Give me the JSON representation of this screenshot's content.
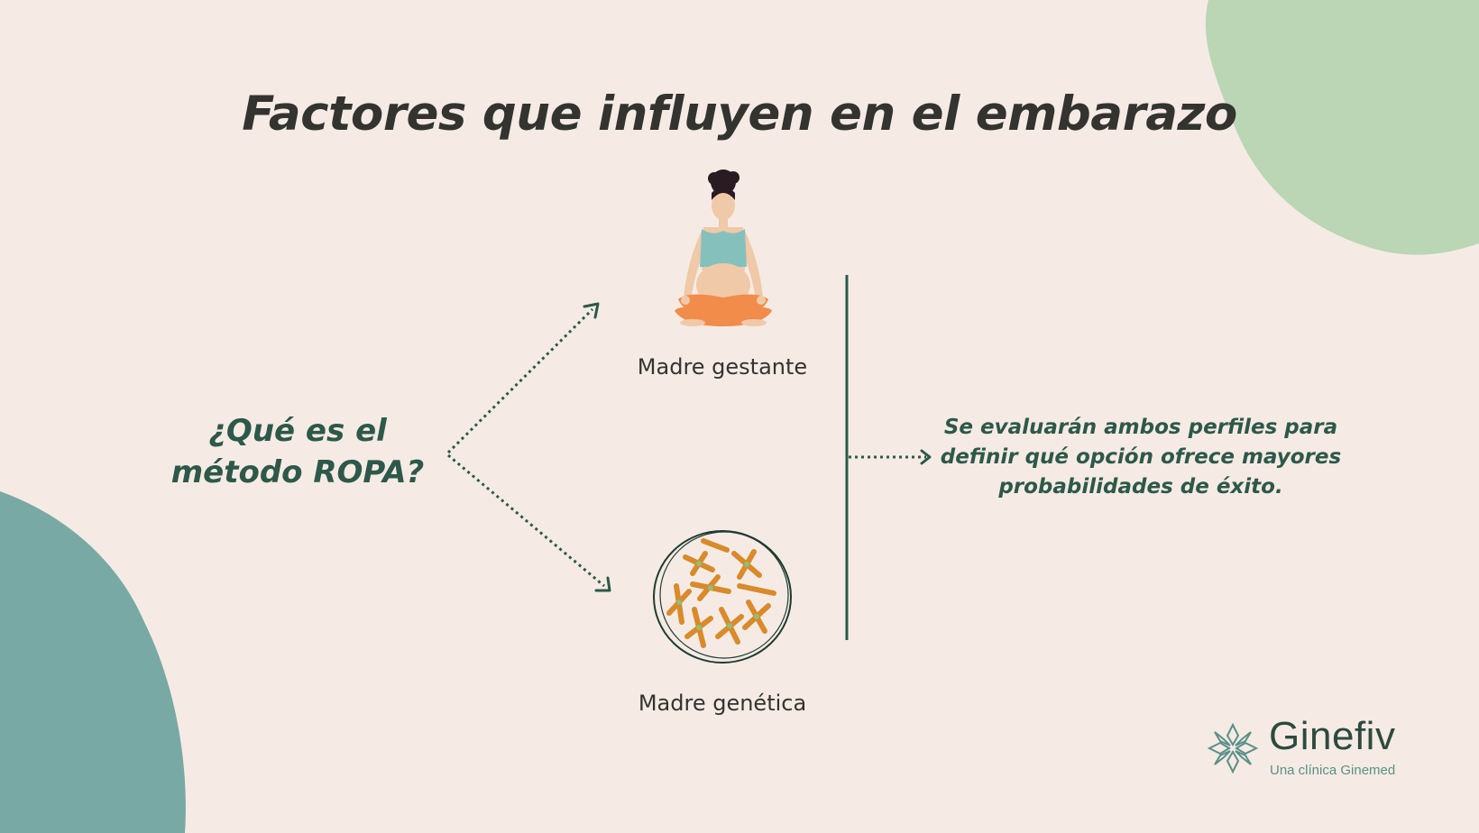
{
  "title": "Factores que influyen en el embarazo",
  "question": "¿Qué es el método ROPA?",
  "branches": [
    {
      "label": "Madre gestante",
      "icon": "pregnant-woman-icon"
    },
    {
      "label": "Madre genética",
      "icon": "chromosomes-cell-icon"
    }
  ],
  "conclusion": "Se evaluarán ambos perfiles para definir qué opción ofrece mayores probabilidades de éxito.",
  "logo": {
    "name": "Ginefiv",
    "tagline": "Una clínica Ginemed",
    "icon": "ginefiv-flower-logo-icon"
  },
  "colors": {
    "background": "#f5ebe4",
    "accent_dark_green": "#2d584a",
    "title": "#333330",
    "blob_light_green": "#bad6b5",
    "blob_teal": "#78a9a4",
    "orange": "#f28c4a",
    "chromosome": "#d98a2b"
  }
}
